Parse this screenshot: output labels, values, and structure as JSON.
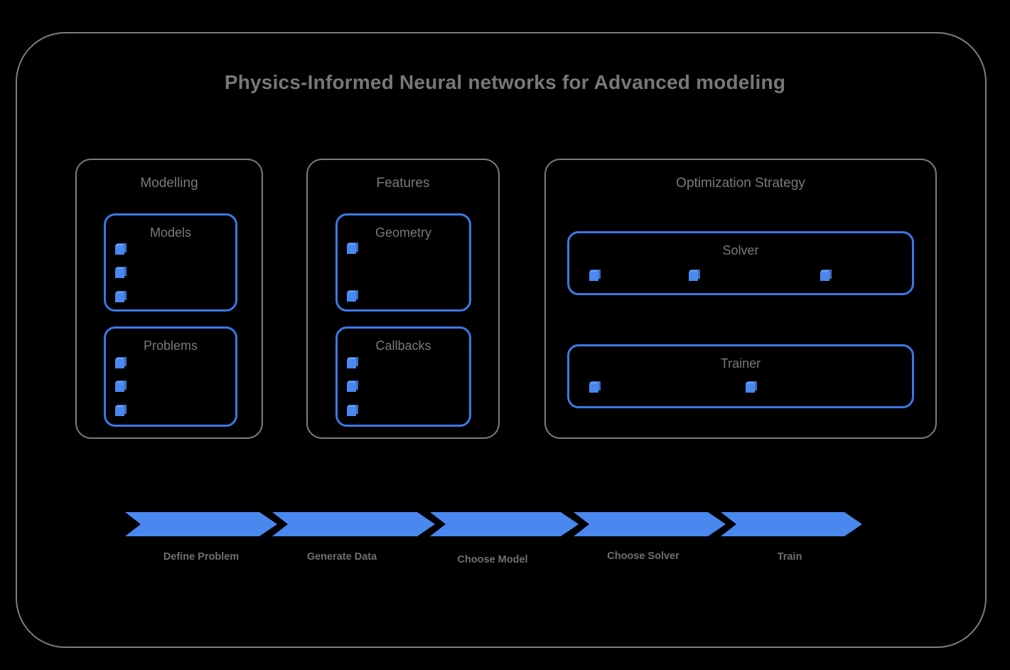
{
  "diagram": {
    "title": "Physics-Informed Neural networks for Advanced modeling",
    "background_color": "#000000",
    "frame_color": "#7d7d7d",
    "accent_color": "#4285f4",
    "text_color": "#7a7a7a"
  },
  "groups": [
    {
      "label": "Modelling",
      "boxes": [
        {
          "label": "Models",
          "markers": 3,
          "marker_layout": "vertical"
        },
        {
          "label": "Problems",
          "markers": 3,
          "marker_layout": "vertical"
        }
      ]
    },
    {
      "label": "Features",
      "boxes": [
        {
          "label": "Geometry",
          "markers": 2,
          "marker_layout": "vertical"
        },
        {
          "label": "Callbacks",
          "markers": 3,
          "marker_layout": "vertical"
        }
      ]
    },
    {
      "label": "Optimization Strategy",
      "boxes": [
        {
          "label": "Solver",
          "markers": 3,
          "marker_layout": "horizontal"
        },
        {
          "label": "Trainer",
          "markers": 2,
          "marker_layout": "horizontal"
        }
      ]
    }
  ],
  "pipeline": {
    "arrow_color": "#4a88ef",
    "steps": [
      {
        "label": "Define Problem"
      },
      {
        "label": "Generate Data"
      },
      {
        "label": "Choose Model"
      },
      {
        "label": "Choose Solver"
      },
      {
        "label": "Train"
      }
    ]
  }
}
